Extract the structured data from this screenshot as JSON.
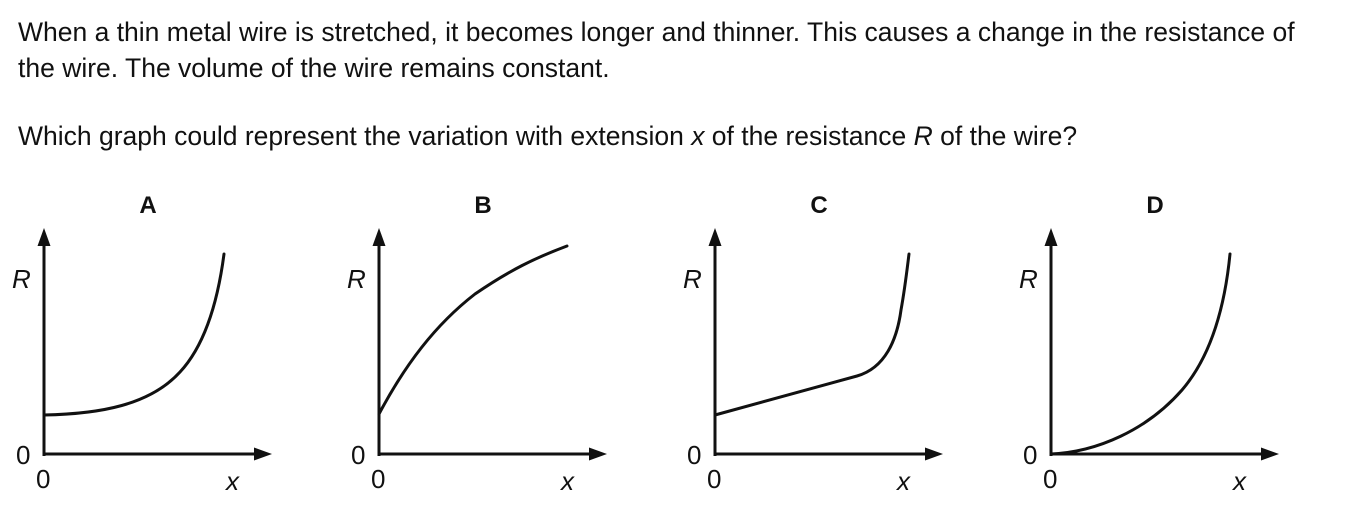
{
  "question": {
    "para1": "When a thin metal wire is stretched, it becomes longer and thinner. This causes a change in the resistance of the wire. The volume of the wire remains constant.",
    "para2_pre": "Which graph could represent the variation with extension ",
    "para2_var_x": "x",
    "para2_mid": " of the resistance ",
    "para2_var_r": "R",
    "para2_post": " of the wire?"
  },
  "axes": {
    "y_label": "R",
    "x_label": "x",
    "origin_y": "0",
    "origin_x": "0"
  },
  "options": [
    {
      "letter": "A",
      "curve": "exponential-rise-from-positive-intercept"
    },
    {
      "letter": "B",
      "curve": "concave-down-rise-from-positive-intercept"
    },
    {
      "letter": "C",
      "curve": "linear-then-steep-rise-from-positive-intercept"
    },
    {
      "letter": "D",
      "curve": "parabolic-rise-from-origin"
    }
  ]
}
